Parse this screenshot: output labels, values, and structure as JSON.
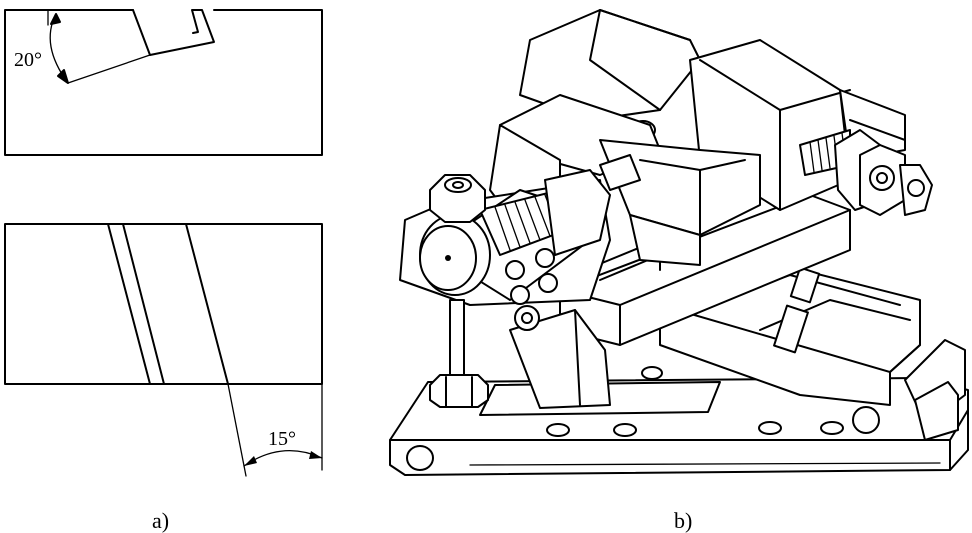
{
  "figure_a": {
    "top_view_angle": "20°",
    "bottom_view_angle": "15°",
    "caption": "a)"
  },
  "figure_b": {
    "caption": "b)"
  }
}
